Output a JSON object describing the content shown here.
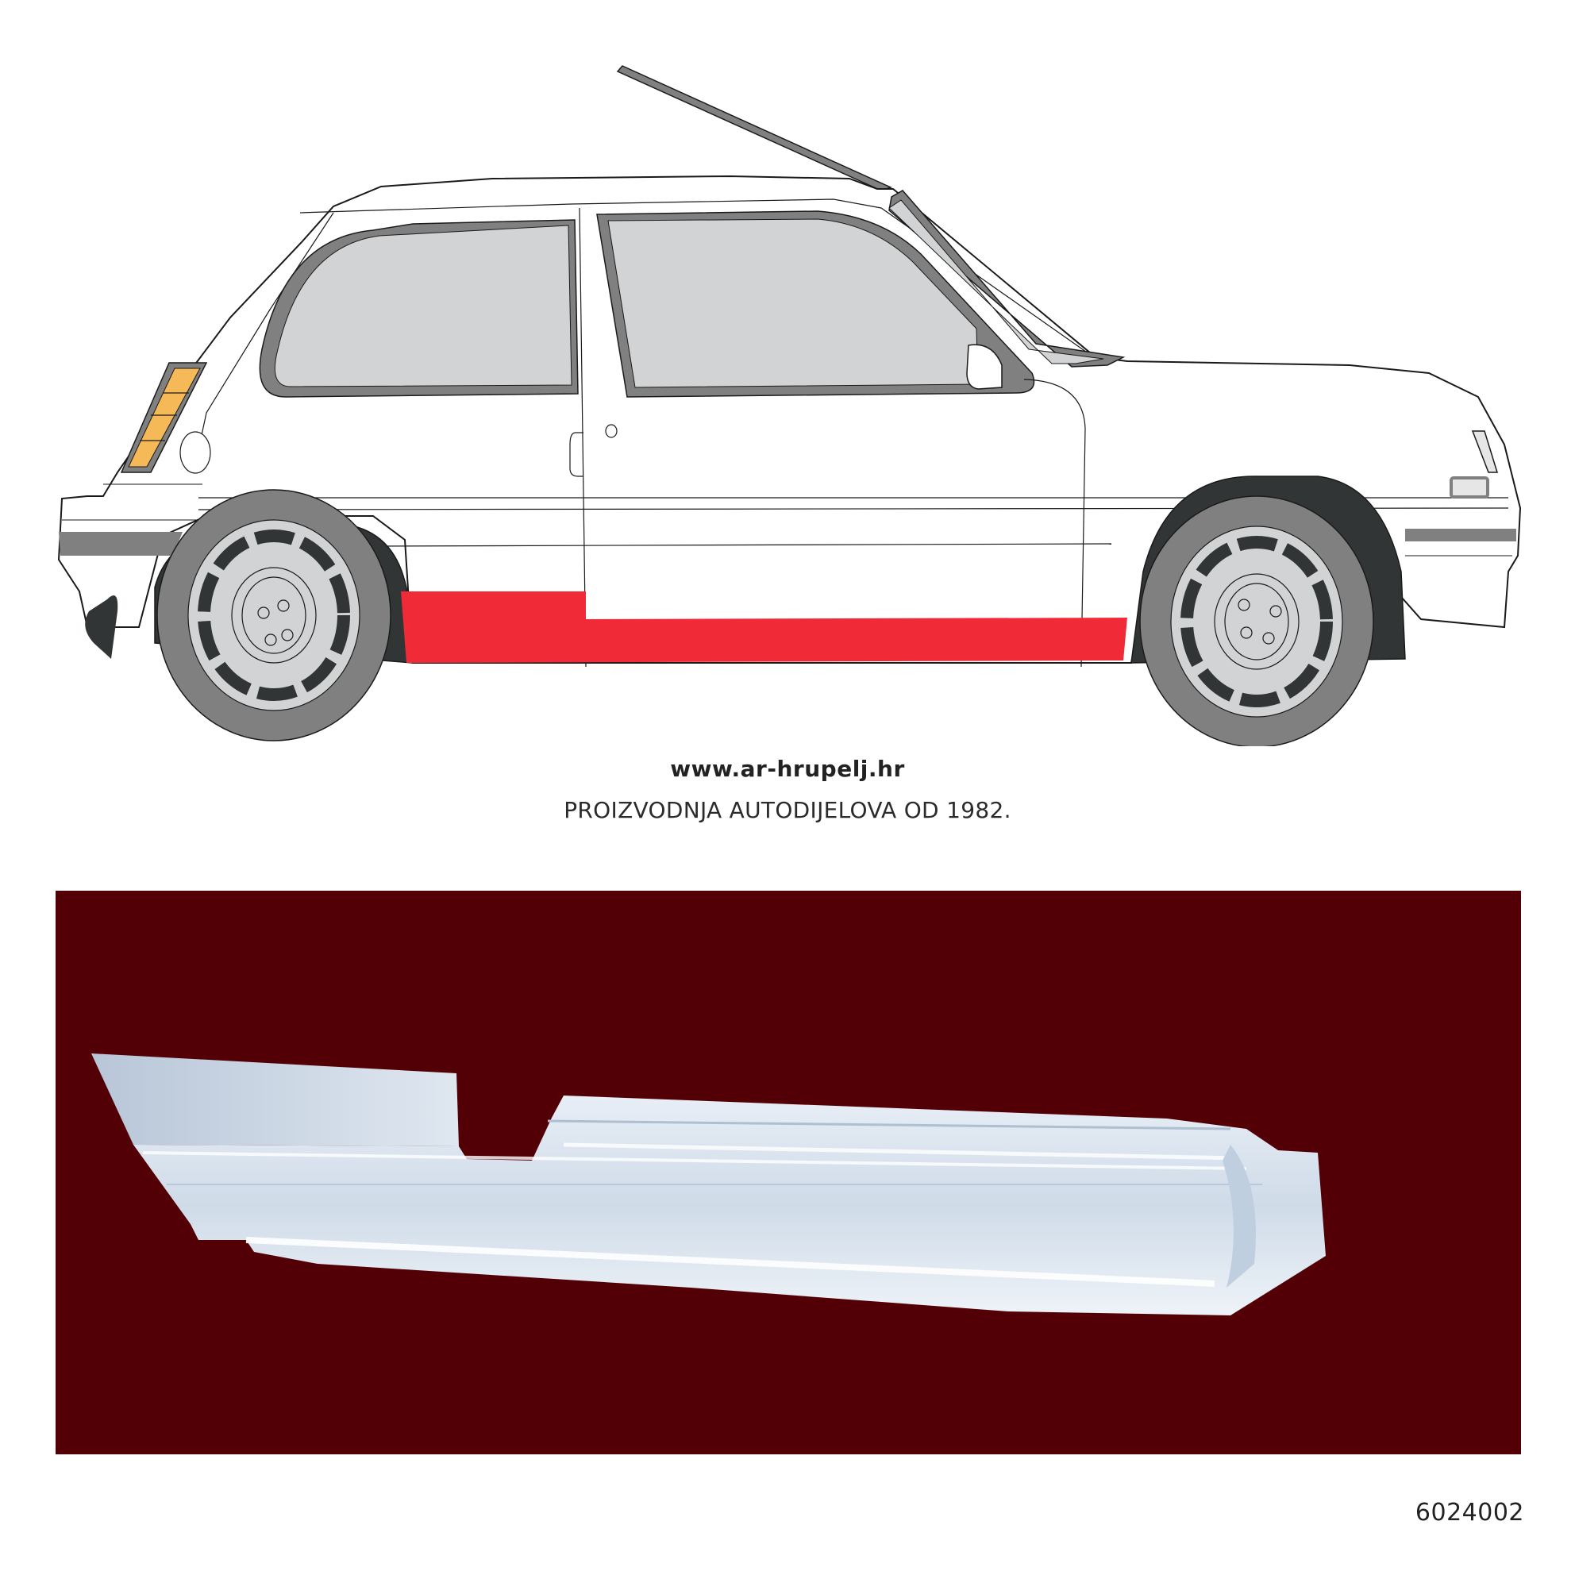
{
  "diagram": {
    "subject": "3-door hatchback side view (right side)",
    "highlighted_part": "rocker panel / sill",
    "colors": {
      "body": "#ffffff",
      "outline": "#1a1a1a",
      "glass": "#d1d3d4",
      "trim": "#808080",
      "tire": "#808080",
      "arch_liner": "#323536",
      "hubcap": "#d1d3d4",
      "highlight": "#f02a37",
      "tail_light": "#f5b957"
    }
  },
  "branding": {
    "website": "www.ar-hrupelj.hr",
    "tagline": "PROIZVODNJA AUTODIJELOVA OD 1982."
  },
  "product_photo": {
    "subject": "rocker panel sill part",
    "background": "#520005"
  },
  "part_number": "6024002"
}
